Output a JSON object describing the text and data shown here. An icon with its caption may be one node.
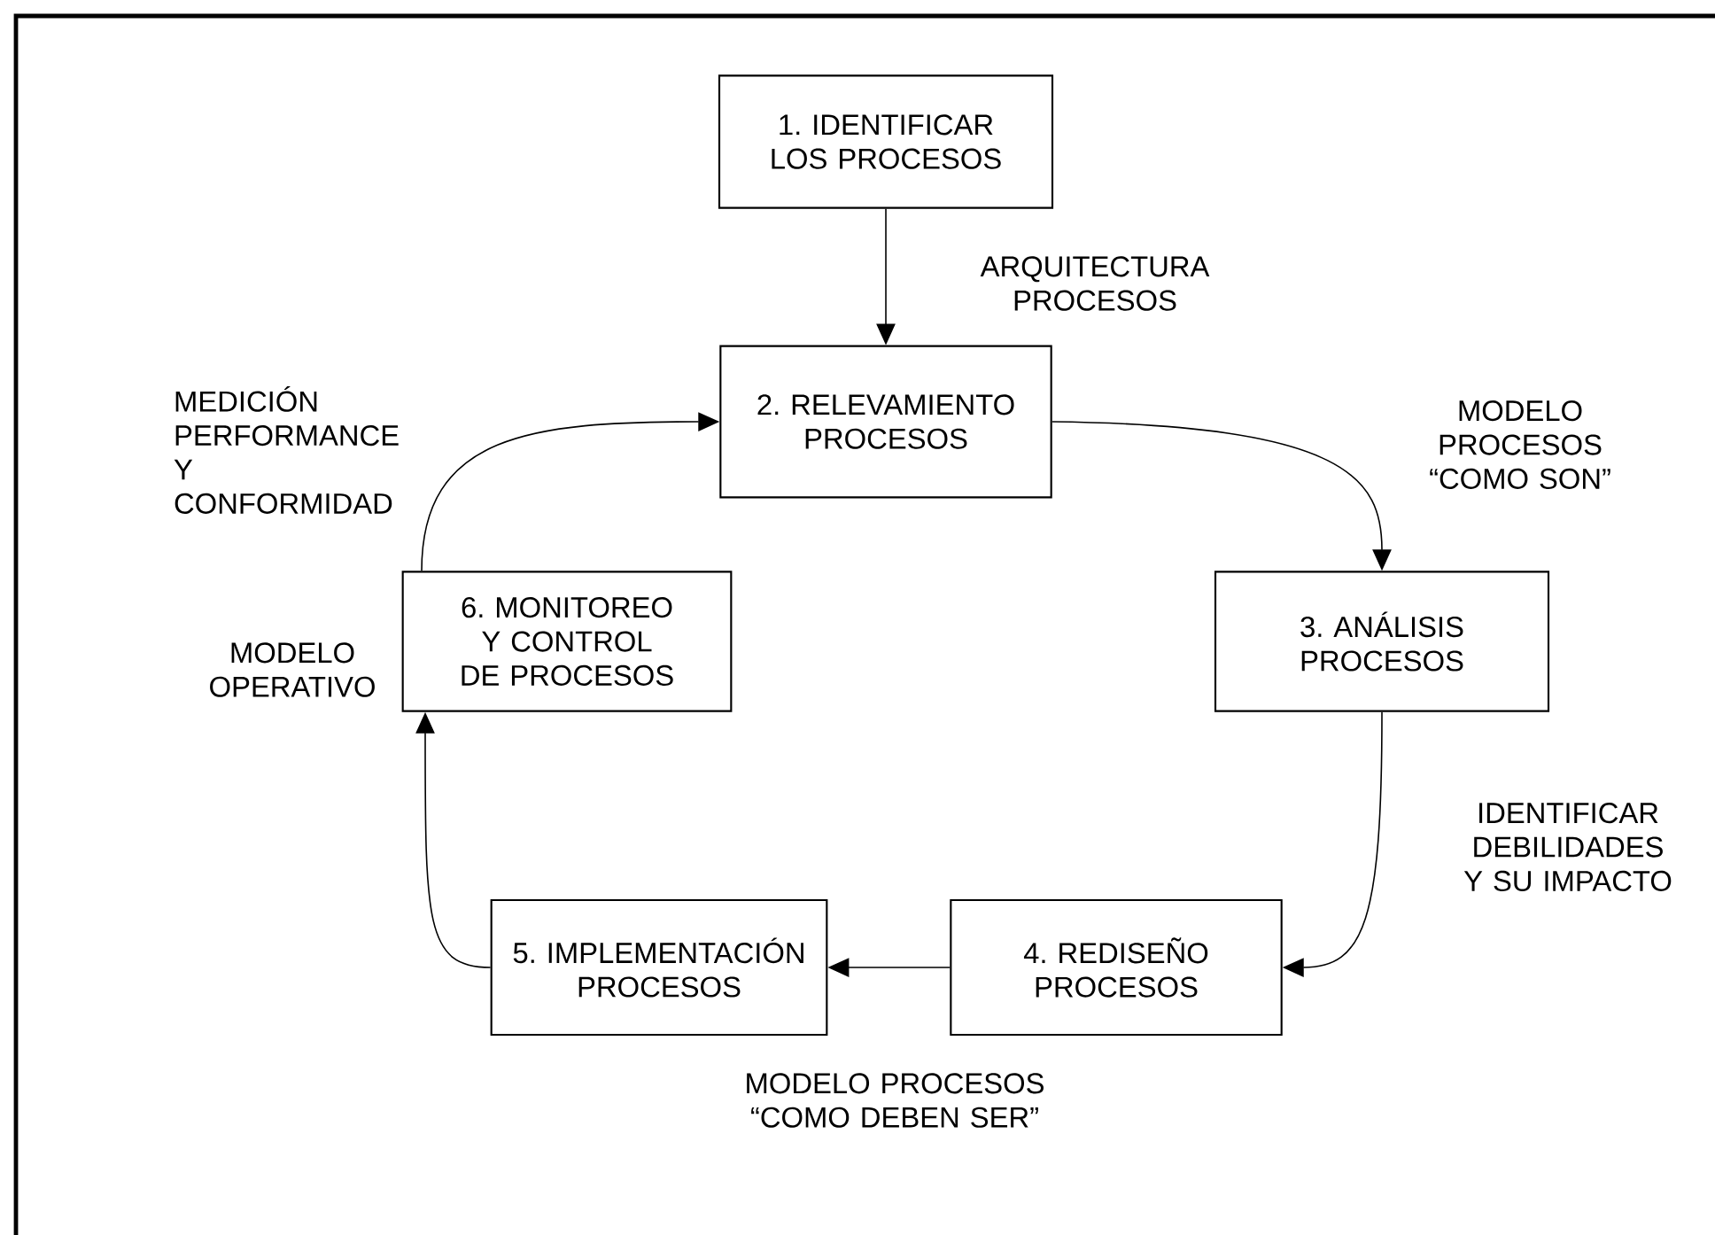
{
  "diagram": {
    "nodes": [
      {
        "text": [
          "1. IDENTIFICAR LOS PROCESOS"
        ]
      },
      {
        "text": [
          "2. RELEVAMIENTO PROCESOS"
        ]
      },
      {
        "text": [
          "3. ANÁLISIS PROCESOS"
        ]
      },
      {
        "text": [
          "4. REDISEÑO PROCESOS"
        ]
      },
      {
        "text": [
          "5. IMPLEMENTACIÓN PROCESOS"
        ]
      },
      {
        "text": [
          "6. MONITOREO Y CONTROL DE PROCESOS"
        ]
      }
    ],
    "edges": [
      {
        "from": 0,
        "to": 1,
        "arrow": "to",
        "label": "ARQUITECTURA PROCESOS"
      },
      {
        "from": 1,
        "to": 2,
        "arrow": "to",
        "label": "MODELO PROCESOS “COMO SON”"
      },
      {
        "from": 2,
        "to": 3,
        "arrow": "to",
        "label": "IDENTIFICAR DEBILIDADES Y SU IMPACTO"
      },
      {
        "from": 3,
        "to": 4,
        "arrow": "to",
        "label": "MODELO PROCESOS “COMO DEBEN SER”"
      },
      {
        "from": 4,
        "to": 5,
        "arrow": "to",
        "label": "MODELO OPERATIVO"
      },
      {
        "from": 5,
        "to": 1,
        "arrow": "to",
        "label": "MEDICIÓN PERFORMANCE Y CONFORMIDAD"
      }
    ]
  }
}
